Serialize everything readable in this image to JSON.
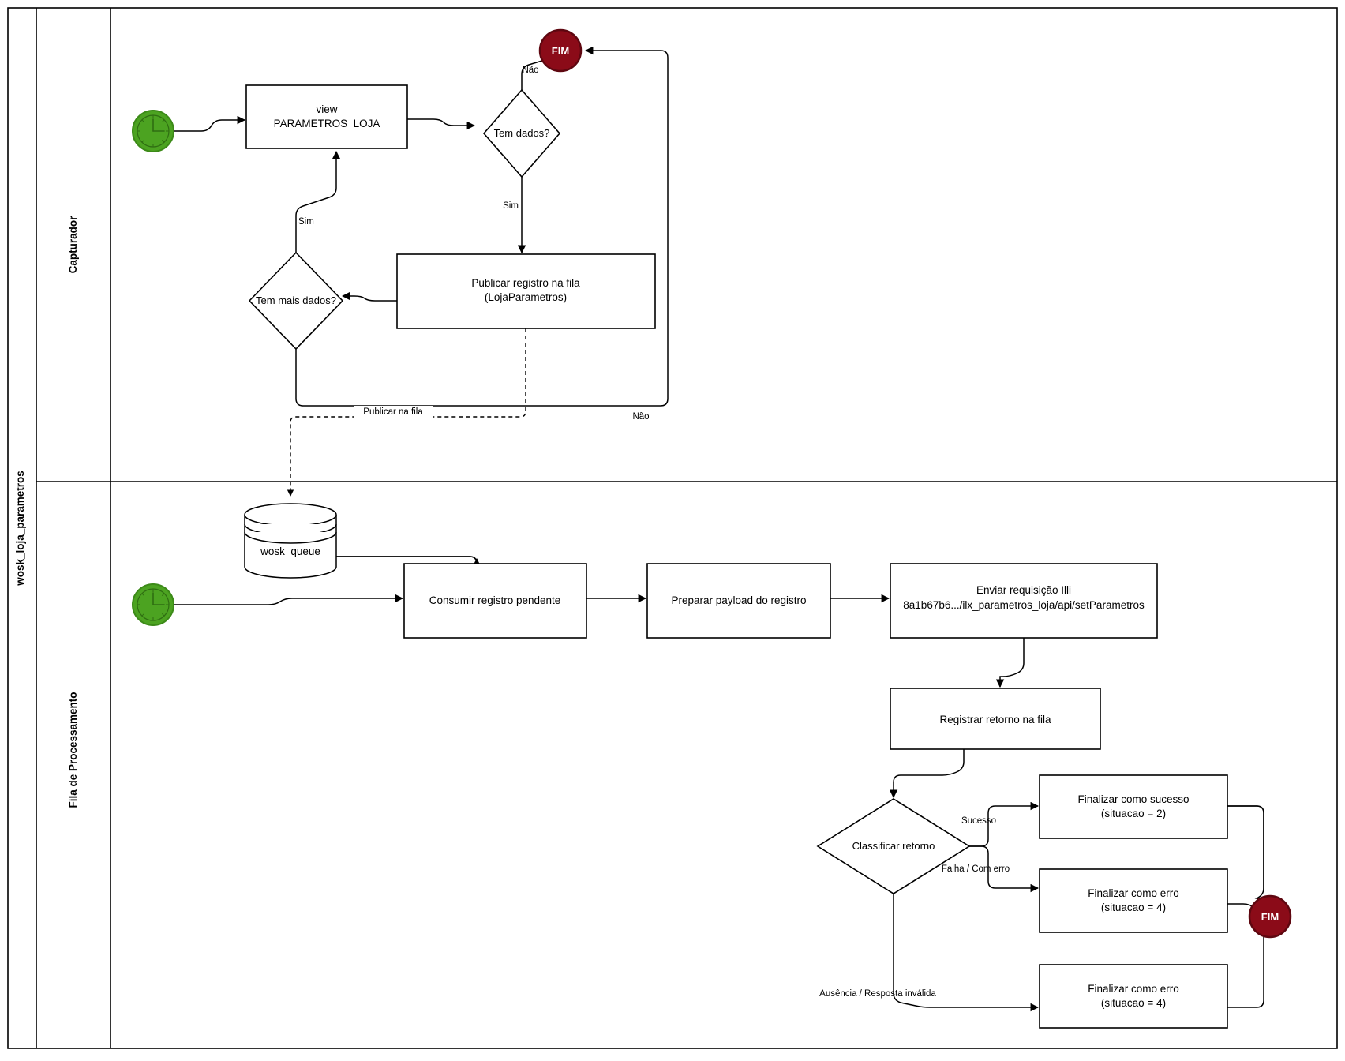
{
  "diagram": {
    "type": "bpmn-flowchart",
    "pool": {
      "label": "wosk_loja_parametros"
    },
    "lanes": [
      {
        "id": "capturador",
        "label": "Capturador"
      },
      {
        "id": "fila",
        "label": "Fila de Processamento"
      }
    ],
    "colors": {
      "start_event_fill": "#4CA321",
      "end_event_fill": "#8B0B18",
      "shape_stroke": "#000000",
      "shape_fill": "#ffffff",
      "background": "#ffffff"
    },
    "lane1": {
      "start_event": {
        "name": "timer-start-event",
        "label": ""
      },
      "task_view": {
        "line1": "view",
        "line2": "PARAMETROS_LOJA"
      },
      "gateway_tem_dados": {
        "label": "Tem dados?"
      },
      "gateway_tem_mais_dados": {
        "label": "Tem mais dados?"
      },
      "task_publicar": {
        "line1": "Publicar registro na fila",
        "line2": "(LojaParametros)"
      },
      "end_event": {
        "label": "FIM"
      },
      "edge_nao_top": "Não",
      "edge_sim_down": "Sim",
      "edge_sim_loop": "Sim",
      "edge_nao_bottom": "Não",
      "message_flow": "Publicar na fila"
    },
    "lane2": {
      "start_event": {
        "name": "timer-start-event",
        "label": ""
      },
      "datastore": {
        "label": "wosk_queue"
      },
      "task_consumir": {
        "line1": "Consumir registro pendente",
        "line2": ""
      },
      "task_preparar": {
        "line1": "Preparar payload do registro",
        "line2": ""
      },
      "task_enviar": {
        "line1": "Enviar requisição Illi",
        "line2": "8a1b67b6.../ilx_parametros_loja/api/setParametros"
      },
      "task_registrar": {
        "line1": "Registrar retorno na fila",
        "line2": ""
      },
      "gateway_classificar": {
        "label": "Classificar retorno"
      },
      "task_sucesso": {
        "line1": "Finalizar como sucesso",
        "line2": "(situacao = 2)"
      },
      "task_erro1": {
        "line1": "Finalizar como erro",
        "line2": "(situacao = 4)"
      },
      "task_erro2": {
        "line1": "Finalizar como erro",
        "line2": "(situacao = 4)"
      },
      "end_event": {
        "label": "FIM"
      },
      "edge_sucesso": "Sucesso",
      "edge_falha": "Falha / Com erro",
      "edge_ausencia": "Ausência / Resposta inválida"
    }
  }
}
